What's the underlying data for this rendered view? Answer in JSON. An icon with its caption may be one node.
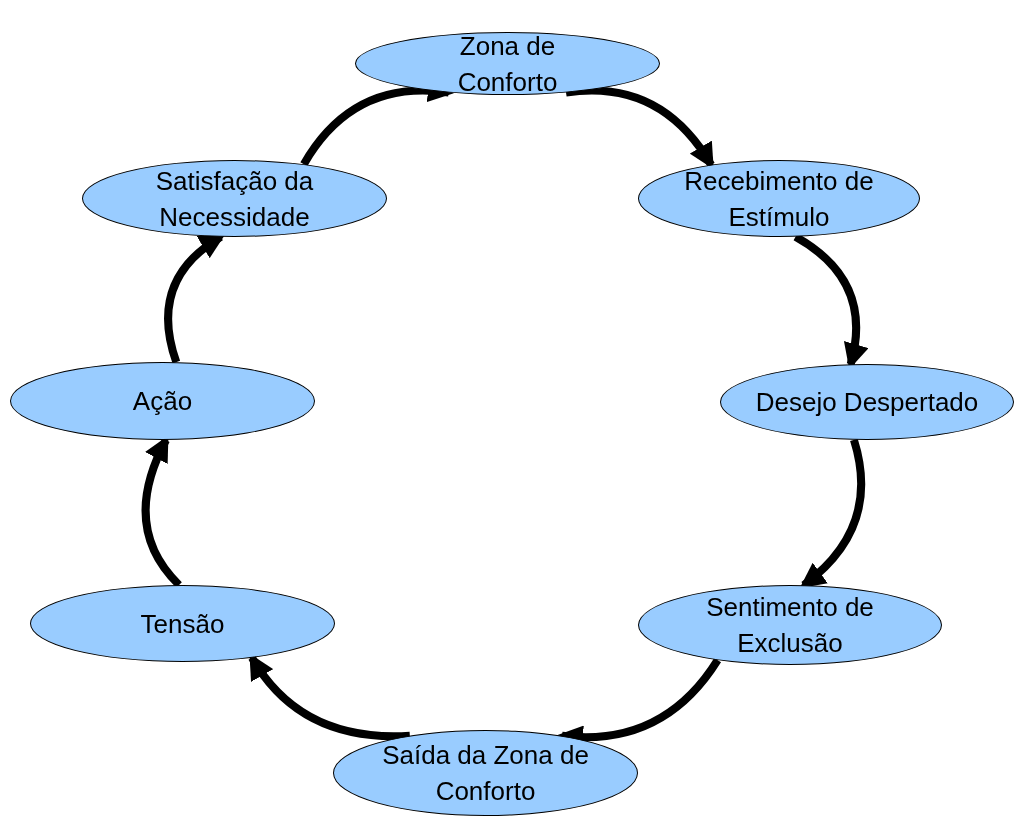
{
  "diagram": {
    "nodes": [
      {
        "text": [
          "Zona de Conforto"
        ]
      },
      {
        "text": [
          "Recebimento de Estímulo"
        ]
      },
      {
        "text": [
          "Desejo Despertado"
        ]
      },
      {
        "text": [
          "Sentimento de Exclusão"
        ]
      },
      {
        "text": [
          "Saída da Zona de Conforto"
        ]
      },
      {
        "text": [
          "Tensão"
        ]
      },
      {
        "text": [
          "Ação"
        ]
      },
      {
        "text": [
          "Satisfação da Necessidade"
        ]
      }
    ],
    "edges": [
      {
        "from": 0,
        "to": 1,
        "arrow": "to"
      },
      {
        "from": 1,
        "to": 2,
        "arrow": "to"
      },
      {
        "from": 2,
        "to": 3,
        "arrow": "to"
      },
      {
        "from": 3,
        "to": 4,
        "arrow": "to"
      },
      {
        "from": 4,
        "to": 5,
        "arrow": "to"
      },
      {
        "from": 5,
        "to": 6,
        "arrow": "to"
      },
      {
        "from": 6,
        "to": 7,
        "arrow": "to"
      },
      {
        "from": 7,
        "to": 0,
        "arrow": "to"
      }
    ]
  }
}
